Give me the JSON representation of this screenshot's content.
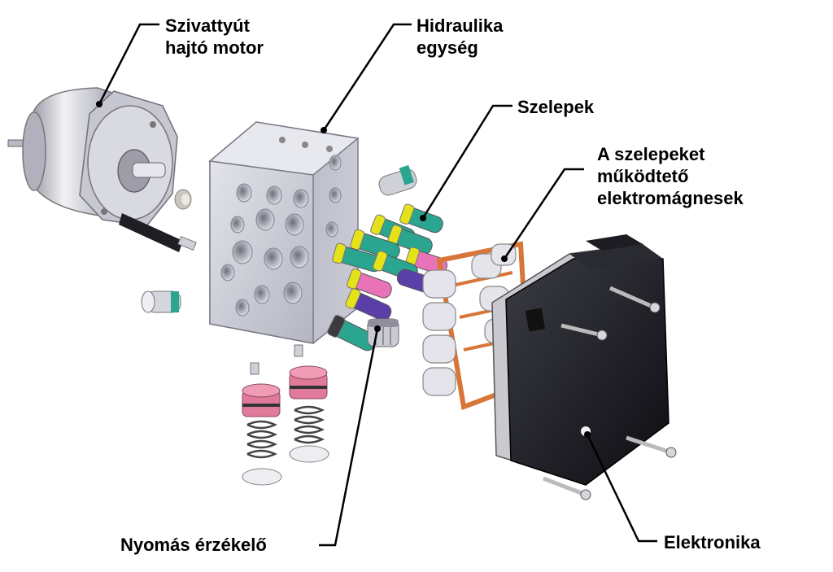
{
  "labels": {
    "pump_motor": [
      "Szivattyút",
      "hajtó motor"
    ],
    "hydraulic_unit": [
      "Hidraulika",
      "egység"
    ],
    "valves": [
      "Szelepek"
    ],
    "solenoids": [
      "A szelepeket",
      "működtető",
      "elektromágnesek"
    ],
    "pressure_sensor": [
      "Nyomás érzékelő"
    ],
    "electronics": [
      "Elektronika"
    ]
  },
  "colors": {
    "metal": "#cfd0d8",
    "metal_dark": "#8f909c",
    "valve_yellow": "#e6e21a",
    "valve_teal": "#2aa58f",
    "valve_pink": "#e873b8",
    "valve_purple": "#5b3fa8",
    "pcb_copper": "#d8763a",
    "housing_black": "#1a1a1f",
    "pink_piston": "#e07a9a"
  }
}
